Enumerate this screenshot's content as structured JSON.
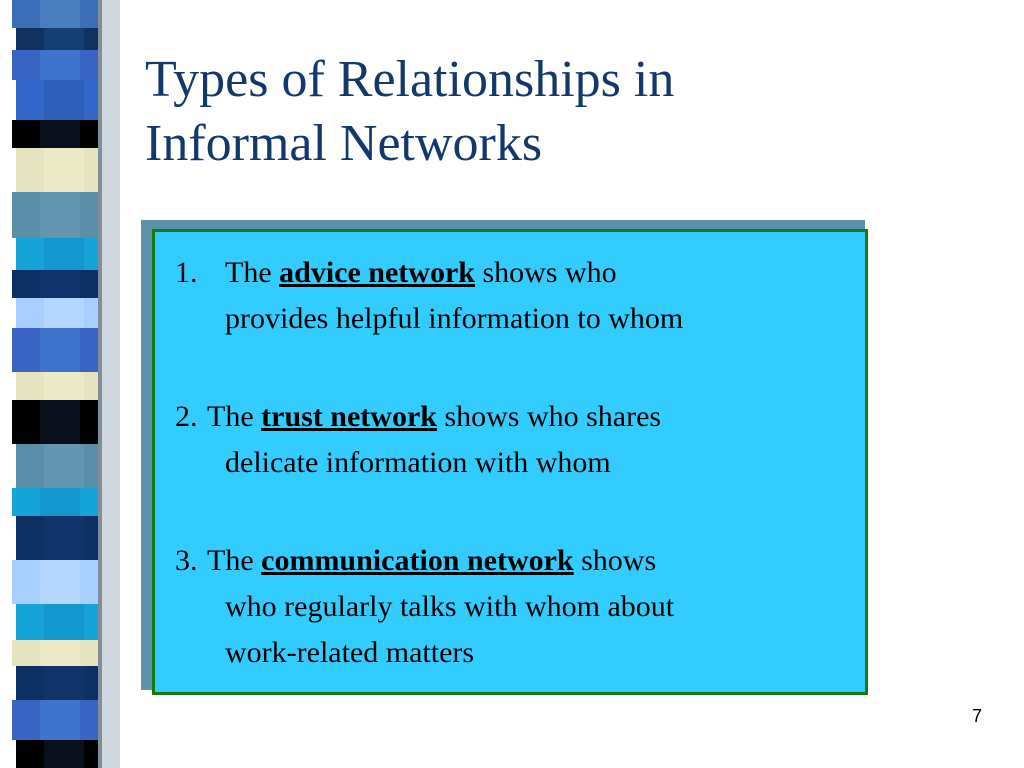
{
  "slide": {
    "title_line1": "Types of Relationships in",
    "title_line2": "Informal Networks",
    "page_number": "7"
  },
  "items": [
    {
      "number": "1.",
      "prefix": "The",
      "keyword": "advice network",
      "rest_line1": "shows who",
      "line2": "provides helpful information to whom"
    },
    {
      "number": "2.",
      "prefix": "The",
      "keyword": "trust network",
      "rest_line1": "shows who shares",
      "line2": "delicate information with whom"
    },
    {
      "number": "3.",
      "prefix": "The",
      "keyword": "communication network",
      "rest_line1": "shows",
      "line2": "who regularly talks with whom about",
      "line3": "work-related matters"
    }
  ],
  "colors": {
    "title": "#13386b",
    "box_fill": "#33ccff",
    "box_border": "#157a12",
    "box_shadow": "#5e93ad"
  }
}
